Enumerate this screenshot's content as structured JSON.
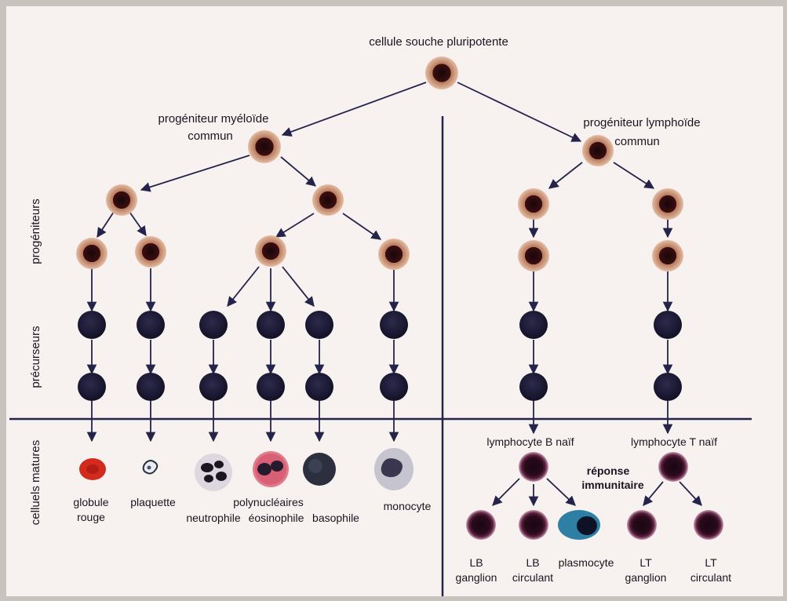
{
  "root": {
    "label": "cellule souche pluripotente"
  },
  "myeloid": {
    "label_line1": "progéniteur myéloïde",
    "label_line2": "commun"
  },
  "lymphoid": {
    "label_line1": "progéniteur lymphoïde",
    "label_line2": "commun"
  },
  "row_labels": {
    "progenitors": "progéniteurs",
    "precursors": "précurseurs",
    "mature": "celluels matures"
  },
  "mature_labels": {
    "red_cell_line1": "globule",
    "red_cell_line2": "rouge",
    "platelet": "plaquette",
    "polynuclear": "polynucléaires",
    "neutrophil": "neutrophile",
    "eosinophil": "éosinophile",
    "basophil": "basophile",
    "monocyte": "monocyte"
  },
  "lymph_labels": {
    "naive_b": "lymphocyte B naïf",
    "naive_t": "lymphocyte T naïf",
    "immune_line1": "réponse",
    "immune_line2": "immunitaire",
    "lb_gang_line1": "LB",
    "lb_gang_line2": "ganglion",
    "lb_circ_line1": "LB",
    "lb_circ_line2": "circulant",
    "plasmocyte": "plasmocyte",
    "lt_gang_line1": "LT",
    "lt_gang_line2": "ganglion",
    "lt_circ_line1": "LT",
    "lt_circ_line2": "circulant"
  },
  "colors": {
    "paper": "#f7f1ef",
    "line": "#24234a",
    "progenitor_ring": "#d6a98d",
    "progenitor_core": "#3a0f12",
    "precursor": "#1a1833",
    "lymph_ring": "#b08aa0",
    "lymph_core": "#2a0b1c",
    "red_cell": "#d32a1e",
    "plasma_blue": "#1c6e8c"
  }
}
